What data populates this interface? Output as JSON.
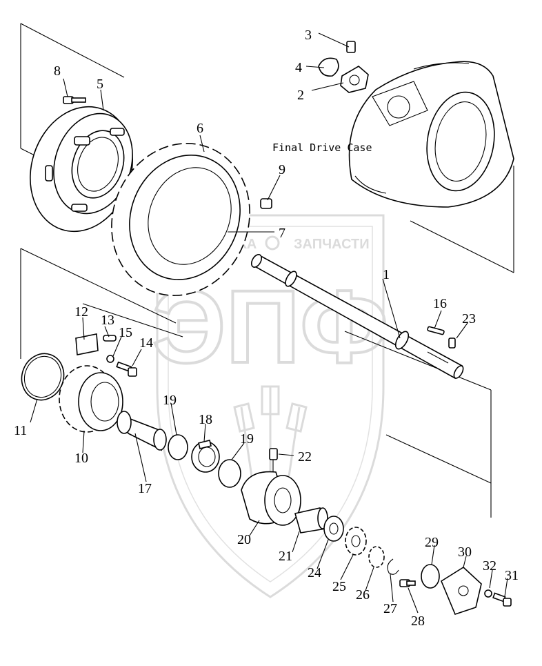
{
  "case_label": "Final Drive Case",
  "watermark": {
    "top_text_left": "ТЕХНИКА",
    "top_text_right": "ЗАПЧАСТИ",
    "monogram": "ЭПФ",
    "color": "#b8b8b8"
  },
  "callouts": [
    {
      "id": "c1",
      "text": "1"
    },
    {
      "id": "c2",
      "text": "2"
    },
    {
      "id": "c3",
      "text": "3"
    },
    {
      "id": "c4",
      "text": "4"
    },
    {
      "id": "c5",
      "text": "5"
    },
    {
      "id": "c6",
      "text": "6"
    },
    {
      "id": "c7",
      "text": "7"
    },
    {
      "id": "c8",
      "text": "8"
    },
    {
      "id": "c9",
      "text": "9"
    },
    {
      "id": "c10",
      "text": "10"
    },
    {
      "id": "c11",
      "text": "11"
    },
    {
      "id": "c12",
      "text": "12"
    },
    {
      "id": "c13",
      "text": "13"
    },
    {
      "id": "c14",
      "text": "14"
    },
    {
      "id": "c15",
      "text": "15"
    },
    {
      "id": "c16",
      "text": "16"
    },
    {
      "id": "c17",
      "text": "17"
    },
    {
      "id": "c18",
      "text": "18"
    },
    {
      "id": "c19a",
      "text": "19"
    },
    {
      "id": "c19b",
      "text": "19"
    },
    {
      "id": "c20",
      "text": "20"
    },
    {
      "id": "c21",
      "text": "21"
    },
    {
      "id": "c22",
      "text": "22"
    },
    {
      "id": "c23",
      "text": "23"
    },
    {
      "id": "c24",
      "text": "24"
    },
    {
      "id": "c25",
      "text": "25"
    },
    {
      "id": "c26",
      "text": "26"
    },
    {
      "id": "c27",
      "text": "27"
    },
    {
      "id": "c28",
      "text": "28"
    },
    {
      "id": "c29",
      "text": "29"
    },
    {
      "id": "c30",
      "text": "30"
    },
    {
      "id": "c31",
      "text": "31"
    },
    {
      "id": "c32",
      "text": "32"
    }
  ]
}
